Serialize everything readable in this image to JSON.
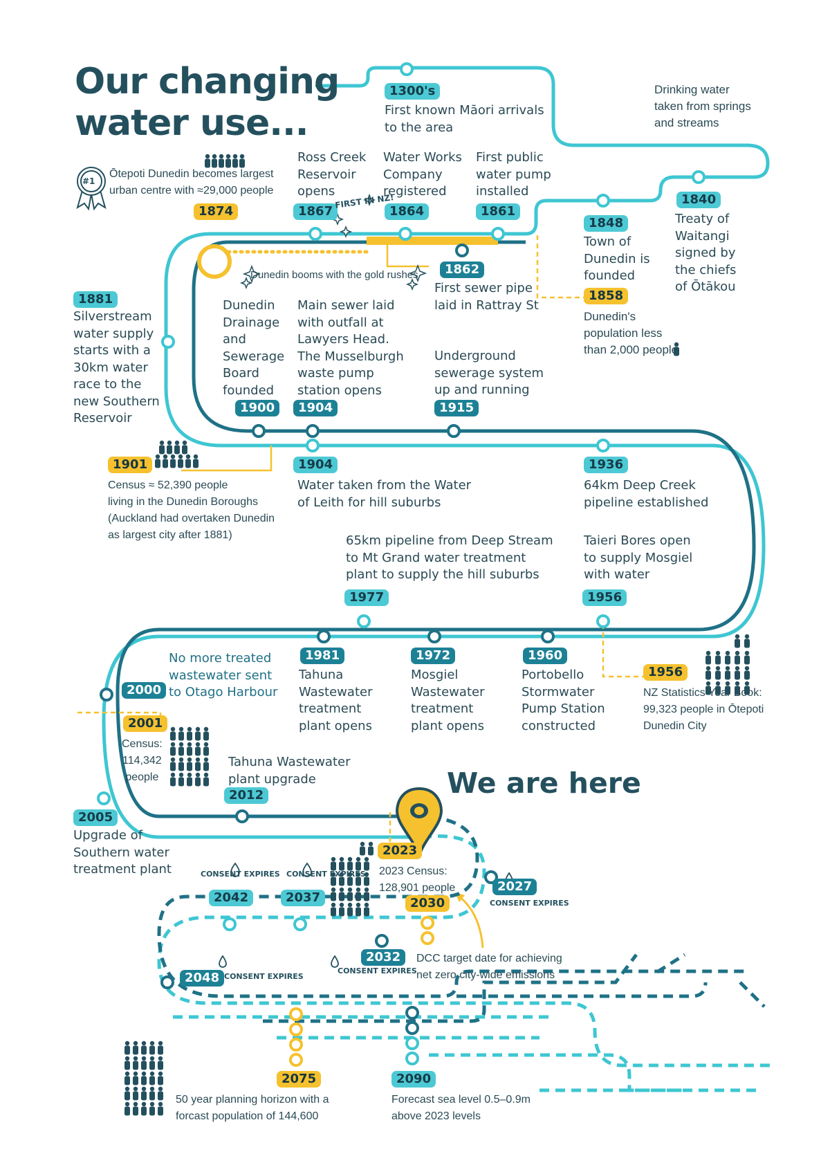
{
  "title": "Our changing\nwater use...",
  "we_are_here": "We are here",
  "colors": {
    "teal_light": "#3ec6d2",
    "teal_dark": "#1f7186",
    "gold": "#f5c12e",
    "ink": "#24505e"
  },
  "events": {
    "y1300s": {
      "label": "1300's",
      "text": "First known Māori arrivals\nto the area"
    },
    "springs": {
      "text": "Drinking water\ntaken from springs\nand streams"
    },
    "y1840": {
      "label": "1840",
      "text": "Treaty of\nWaitangi\nsigned by\nthe chiefs\nof Ōtākou"
    },
    "y1848": {
      "label": "1848",
      "text": "Town of\nDunedin is\nfounded"
    },
    "y1858": {
      "label": "1858",
      "text": "Dunedin's\npopulation less\nthan 2,000 people"
    },
    "y1861": {
      "label": "1861",
      "text": "First public\nwater pump\ninstalled"
    },
    "y1864": {
      "label": "1864",
      "text": "Water Works\nCompany\nregistered"
    },
    "y1867": {
      "label": "1867",
      "text": "Ross Creek\nReservoir\nopens",
      "badge": "FIRST\nIN NZ!"
    },
    "y1862": {
      "label": "1862",
      "text": "First sewer pipe\nlaid in Rattray St"
    },
    "gold_rush": {
      "text": "Dunedin booms with the gold rushes"
    },
    "y1874": {
      "label": "1874",
      "text": "Ōtepoti Dunedin becomes largest\nurban centre with ≈29,000 people",
      "rank": "#1"
    },
    "y1881": {
      "label": "1881",
      "text": "Silverstream\nwater supply\nstarts with a\n30km water\nrace to the\nnew Southern\nReservoir"
    },
    "y1900": {
      "label": "1900",
      "text": "Dunedin\nDrainage\nand\nSewerage\nBoard\nfounded"
    },
    "y1904a": {
      "label": "1904",
      "text": "Main sewer laid\nwith outfall at\nLawyers Head.\nThe Musselburgh\nwaste pump\nstation opens"
    },
    "y1915": {
      "label": "1915",
      "text": "Underground\nsewerage system\nup and running"
    },
    "y1901": {
      "label": "1901",
      "text": "Census ≈ 52,390 people\nliving in the Dunedin Boroughs\n(Auckland had overtaken Dunedin\nas largest city after 1881)"
    },
    "y1904b": {
      "label": "1904",
      "text": "Water taken from the Water\nof Leith for hill suburbs"
    },
    "y1936": {
      "label": "1936",
      "text": "64km Deep Creek\npipeline established"
    },
    "y1977": {
      "label": "1977",
      "text": "65km pipeline from Deep Stream\nto Mt Grand water treatment\nplant to supply the hill suburbs"
    },
    "y1956a": {
      "label": "1956",
      "text": "Taieri Bores open\nto supply Mosgiel\nwith water"
    },
    "y1956b": {
      "label": "1956",
      "text": "NZ Statistics Year Book:\n99,323 people in Ōtepoti\nDunedin City"
    },
    "y1960": {
      "label": "1960",
      "text": "Portobello\nStormwater\nPump Station\nconstructed"
    },
    "y1972": {
      "label": "1972",
      "text": "Mosgiel\nWastewater\ntreatment\nplant opens"
    },
    "y1981": {
      "label": "1981",
      "text": "Tahuna\nWastewater\ntreatment\nplant opens"
    },
    "y2000": {
      "label": "2000",
      "text": "No more treated\nwastewater sent\nto Otago Harbour"
    },
    "y2001": {
      "label": "2001",
      "text": "Census:\n114,342\npeople"
    },
    "y2012": {
      "label": "2012",
      "text": "Tahuna Wastewater\nplant upgrade"
    },
    "y2005": {
      "label": "2005",
      "text": "Upgrade of\nSouthern water\ntreatment plant"
    },
    "y2023": {
      "label": "2023",
      "text": "2023 Census:\n128,901 people"
    },
    "y2027": {
      "label": "2027"
    },
    "y2030": {
      "label": "2030",
      "text": "DCC target date for achieving\nnet zero city-wide emissions"
    },
    "y2037": {
      "label": "2037"
    },
    "y2042": {
      "label": "2042"
    },
    "y2032": {
      "label": "2032"
    },
    "y2048": {
      "label": "2048"
    },
    "y2075": {
      "label": "2075",
      "text": "50 year planning horizon with a\nforcast population of 144,600"
    },
    "y2090": {
      "label": "2090",
      "text": "Forecast sea level 0.5–0.9m\nabove 2023 levels"
    }
  },
  "consent": {
    "text": "CONSENT\nEXPIRES"
  }
}
